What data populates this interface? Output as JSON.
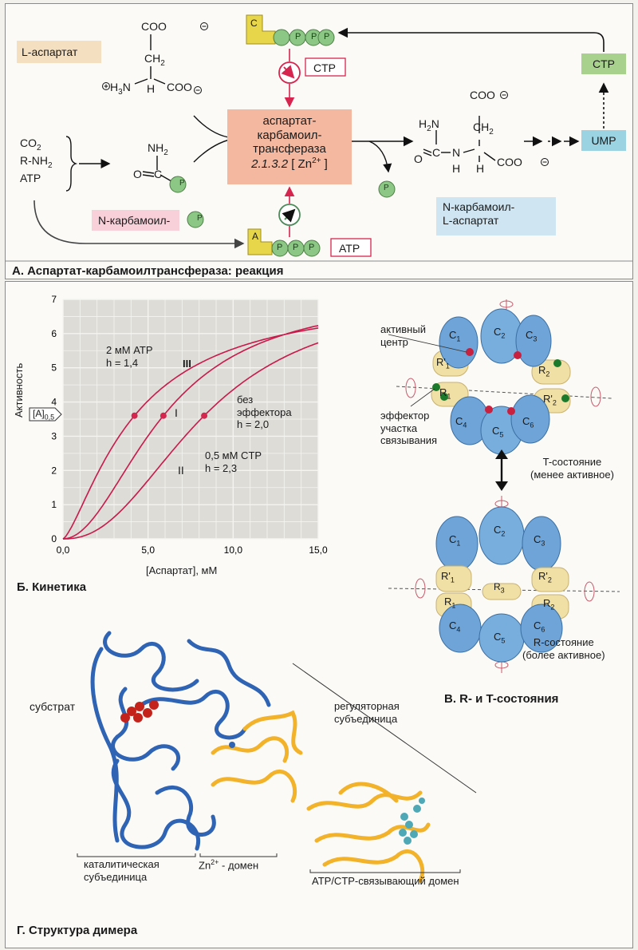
{
  "panel_a": {
    "caption": "А. Аспартат-карбамоилтрансфераза: реакция",
    "l_aspartate_label": "L-аспартат",
    "coo_top": "COO",
    "ch2": "CH",
    "ch2_sub": "2",
    "h3n": "H",
    "h3n_sub": "3",
    "h3n_n": "N",
    "h_alpha": "H",
    "coo_right": "COO",
    "substrates": [
      "CO",
      "R-NH",
      "ATP"
    ],
    "co2_sub": "2",
    "rnh2_sub": "2",
    "carbamoyl_nh2": "NH",
    "carbamoyl_nh2_sub": "2",
    "carbamoyl_o": "O",
    "carbamoyl_c": "C",
    "p_label": "P",
    "n_carbamoyl_p_label": "N-карбамоил-",
    "enzyme_lines": [
      "аспартат-",
      "карбамоил-",
      "трансфераза"
    ],
    "enzyme_ec": "2.1.3.2",
    "enzyme_cofactor": "[ Zn",
    "enzyme_cofactor_sup": "2+",
    "enzyme_cofactor_end": "]",
    "ctp_box": "CTP",
    "atp_box": "ATP",
    "ctp_block_letter": "C",
    "atp_block_letter": "A",
    "ppp": [
      "P",
      "P",
      "P"
    ],
    "product_label_lines": [
      "N-карбамоил-",
      "L-аспартат"
    ],
    "prod_coo_top": "COO",
    "prod_ch2": "CH",
    "prod_ch2_sub": "2",
    "prod_h2n": "H",
    "prod_h2n_sub": "2",
    "prod_h2n_n": "N",
    "prod_c": "C",
    "prod_n": "N",
    "prod_h_n": "H",
    "prod_h_ca": "H",
    "prod_o": "O",
    "prod_coo_right": "COO",
    "ump_box": "UMP",
    "ctp_box_right": "CTP",
    "colors": {
      "ctp": "#a9d18e",
      "ump": "#9cd3e2",
      "enzyme": "#f4b8a0",
      "l_asp": "#f4dfc0",
      "n_carb": "#f7d0d9",
      "prod": "#cfe6f2",
      "green": "#8cc785",
      "yellow": "#e8d64a",
      "red": "#d6254e"
    }
  },
  "panel_b": {
    "caption": "Б. Кинетика",
    "xlabel": "[Аспартат], мМ",
    "ylabel": "Активность",
    "annotations": {
      "atp_line1": "2 мМ ATP",
      "atp_line2": "h = 1,4",
      "roman_iii": "III",
      "roman_i": "I",
      "roman_ii": "II",
      "none_line1": "без",
      "none_line2": "эффектора",
      "none_line3": "h = 2,0",
      "ctp_line1": "0,5 мМ CTP",
      "ctp_line2": "h = 2,3",
      "a05_main": "[A]",
      "a05_sub": "0,5"
    }
  },
  "chart_data": {
    "type": "line",
    "xlabel": "[Аспартат], мМ",
    "ylabel": "Активность",
    "xlim": [
      0,
      15
    ],
    "ylim": [
      0,
      7
    ],
    "xticks": [
      "0,0",
      "5,0",
      "10,0",
      "15,0"
    ],
    "yticks": [
      "0",
      "1",
      "2",
      "3",
      "4",
      "5",
      "6",
      "7"
    ],
    "grid": true,
    "series": [
      {
        "name": "2 мМ ATP",
        "h": 1.4,
        "half_x": 4.2,
        "vmax": 7.2,
        "x": [
          0,
          1,
          2,
          3,
          4,
          5,
          6,
          7,
          8,
          9,
          10,
          11,
          12,
          13,
          14,
          15
        ],
        "y": [
          0,
          0.9,
          2.0,
          2.9,
          3.5,
          4.0,
          4.4,
          4.8,
          5.1,
          5.3,
          5.5,
          5.7,
          5.8,
          5.9,
          6.0,
          6.1
        ]
      },
      {
        "name": "без эффектора",
        "h": 2.0,
        "half_x": 5.9,
        "vmax": 7.2,
        "x": [
          0,
          1,
          2,
          3,
          4,
          5,
          6,
          7,
          8,
          9,
          10,
          11,
          12,
          13,
          14,
          15
        ],
        "y": [
          0,
          0.2,
          0.7,
          1.5,
          2.3,
          3.1,
          3.6,
          4.1,
          4.6,
          5.0,
          5.2,
          5.4,
          5.6,
          5.75,
          5.9,
          6.0
        ]
      },
      {
        "name": "0,5 мМ CTP",
        "h": 2.3,
        "half_x": 8.3,
        "vmax": 7.2,
        "x": [
          0,
          1,
          2,
          3,
          4,
          5,
          6,
          7,
          8,
          9,
          10,
          11,
          12,
          13,
          14,
          15
        ],
        "y": [
          0,
          0.05,
          0.3,
          0.7,
          1.2,
          1.8,
          2.4,
          3.0,
          3.5,
          3.9,
          4.3,
          4.7,
          5.0,
          5.2,
          5.4,
          5.6
        ]
      }
    ],
    "half_points": [
      {
        "x": 4.2,
        "y": 3.6
      },
      {
        "x": 5.9,
        "y": 3.6
      },
      {
        "x": 8.3,
        "y": 3.6
      }
    ]
  },
  "panel_c": {
    "caption": "В. R- и T-состояния",
    "active_center_line1": "активный",
    "active_center_line2": "центр",
    "effector_line1": "эффектор",
    "effector_line2": "участка",
    "effector_line3": "связывания",
    "t_state_line1": "T-состояние",
    "t_state_line2": "(менее активное)",
    "r_state_line1": "R-состояние",
    "r_state_line2": "(более активное)",
    "subunits_c": [
      {
        "base": "C",
        "sub": "1"
      },
      {
        "base": "C",
        "sub": "2"
      },
      {
        "base": "C",
        "sub": "3"
      },
      {
        "base": "C",
        "sub": "4"
      },
      {
        "base": "C",
        "sub": "5"
      },
      {
        "base": "C",
        "sub": "6"
      }
    ],
    "subunits_r": [
      {
        "base": "R",
        "sub": "1"
      },
      {
        "base": "R'",
        "sub": "1"
      },
      {
        "base": "R",
        "sub": "2"
      },
      {
        "base": "R'",
        "sub": "2"
      },
      {
        "base": "R",
        "sub": "3"
      }
    ]
  },
  "panel_d": {
    "caption": "Г. Структура димера",
    "substrate": "субстрат",
    "regulatory_line1": "регуляторная",
    "regulatory_line2": "субъединица",
    "catalytic_line1": "каталитическая",
    "catalytic_line2": "субъединица",
    "zn_domain_pre": "Zn",
    "zn_domain_sup": "2+",
    "zn_domain_post": " - домен",
    "atp_ctp_domain": "ATP/CTP-связывающий домен"
  }
}
